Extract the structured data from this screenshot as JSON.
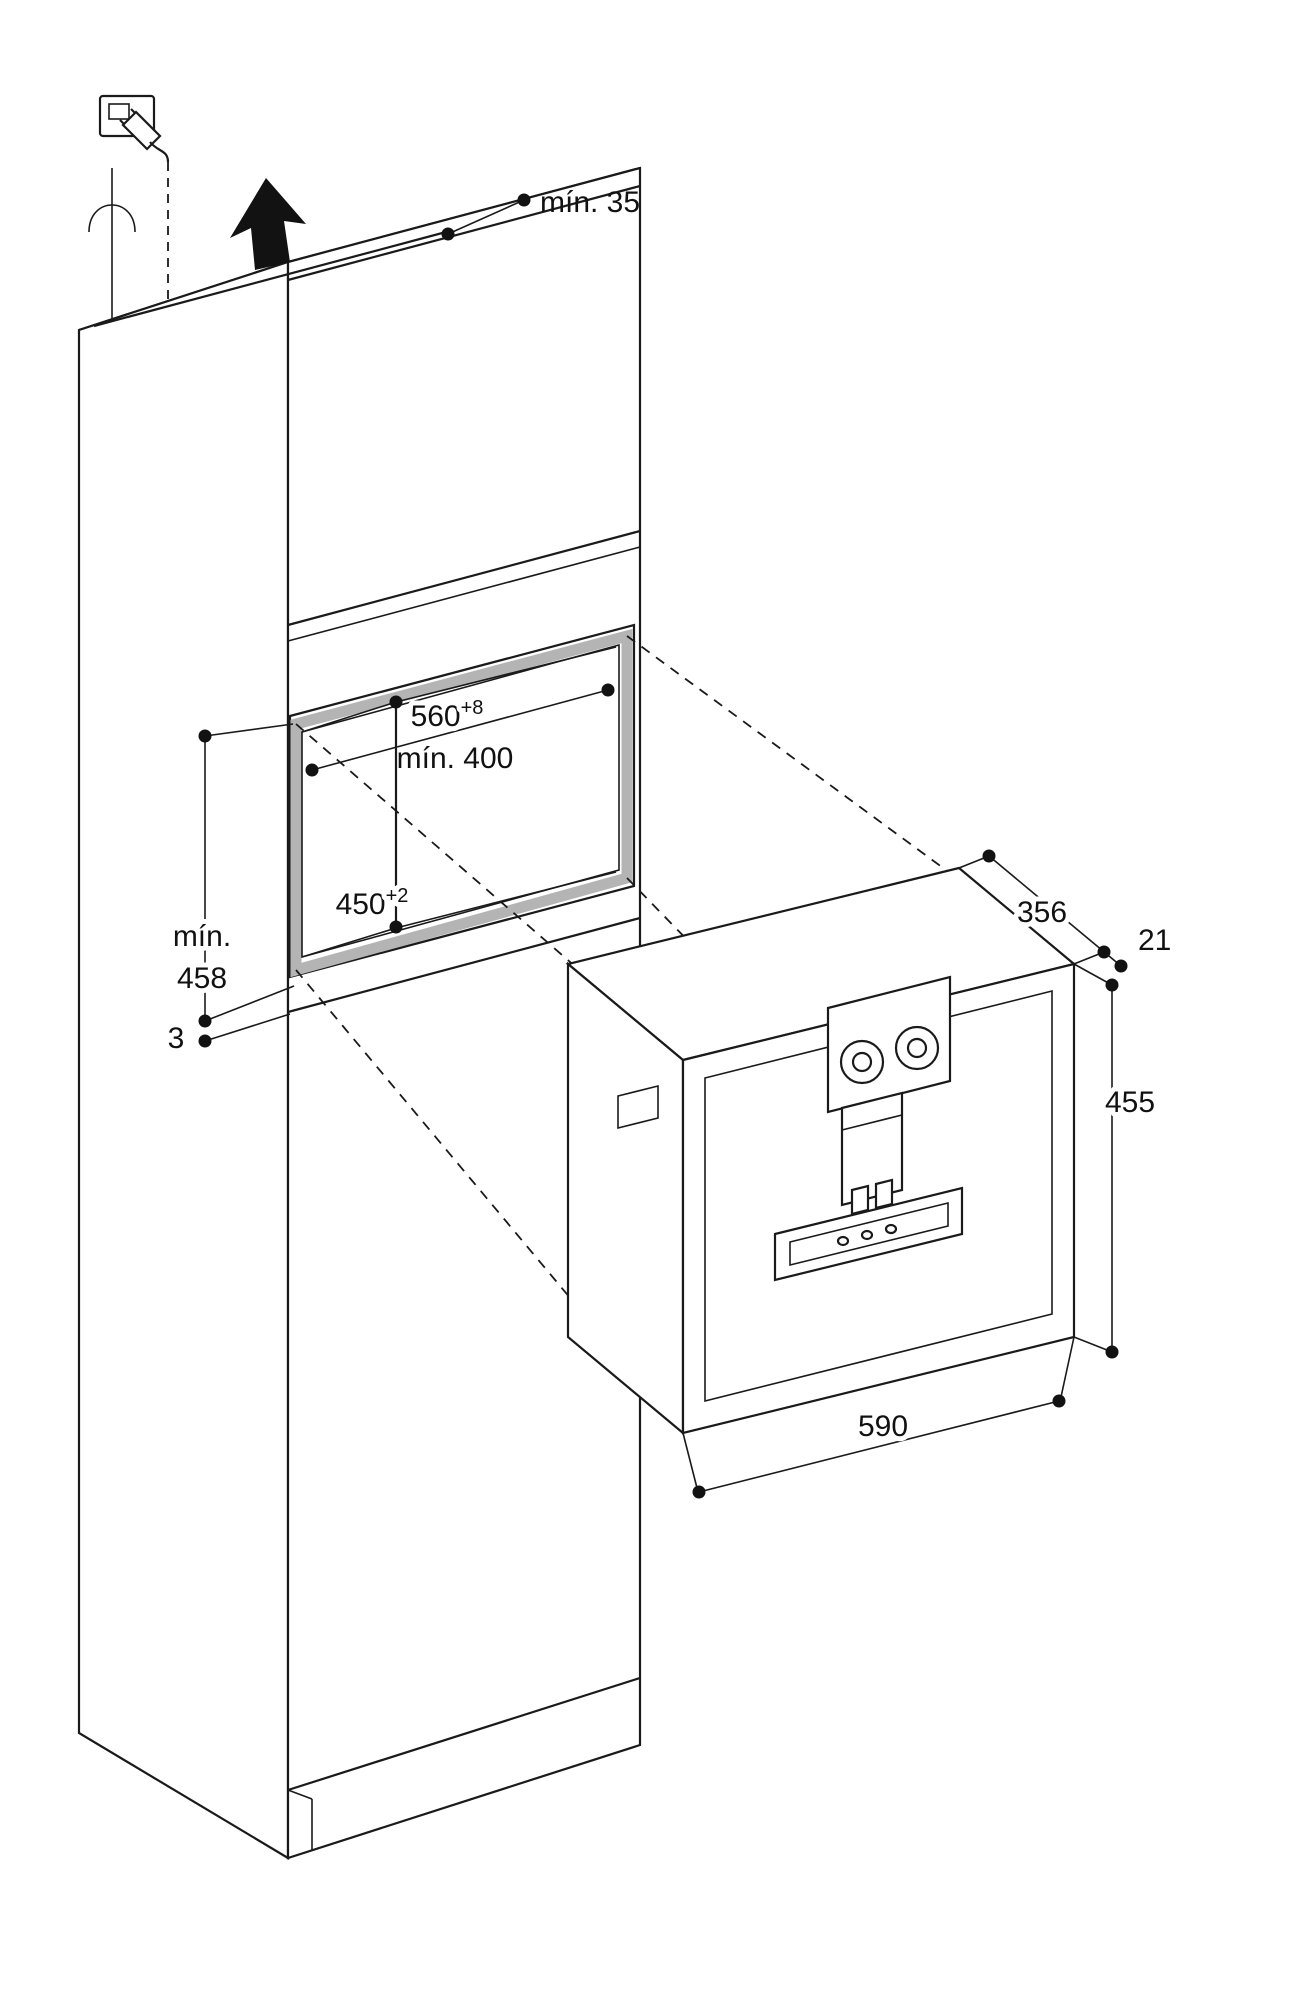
{
  "colors": {
    "line": "#1a1a1a",
    "niche_frame_gray": "#b4b4b4",
    "background": "#ffffff"
  },
  "icons": {
    "power": "power-outlet-plug-icon",
    "direction": "up-arrow-icon",
    "wall_break": "section-break-mark"
  },
  "dims": {
    "top_clearance": "mín. 35",
    "niche_width_value": "560",
    "niche_width_tol": "+8",
    "niche_depth": "mín. 400",
    "niche_height_value": "450",
    "niche_height_tol": "+2",
    "left_min_line1": "mín.",
    "left_min_line2": "458",
    "front_gap": "3",
    "appliance_depth": "356",
    "front_panel_overhang": "21",
    "appliance_height": "455",
    "appliance_width": "590"
  }
}
